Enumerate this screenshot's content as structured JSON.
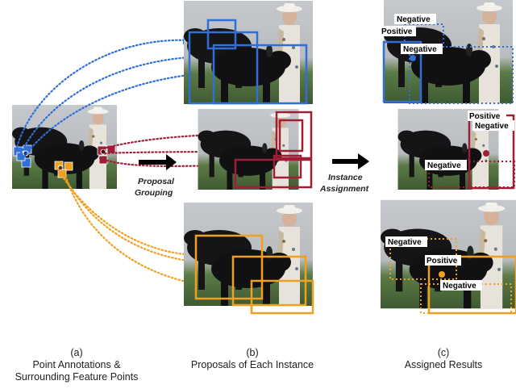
{
  "caption": {
    "a_id": "(a)",
    "a_line1": "Point Annotations &",
    "a_line2": "Surrounding Feature Points",
    "b_id": "(b)",
    "b_line1": "Proposals of Each Instance",
    "c_id": "(c)",
    "c_line1": "Assigned Results"
  },
  "arrows": {
    "grouping_line1": "Proposal",
    "grouping_line2": "Grouping",
    "assignment_line1": "Instance",
    "assignment_line2": "Assignment"
  },
  "labels": {
    "negative": "Negative",
    "positive": "Positive"
  },
  "colors": {
    "blue": "#2f6fd6",
    "red": "#a01e35",
    "orange": "#f0a020",
    "sky": "#c9ccd2",
    "grass": "#4c6a3c",
    "cow": "#141416",
    "shirt": "#e9e4dc"
  }
}
